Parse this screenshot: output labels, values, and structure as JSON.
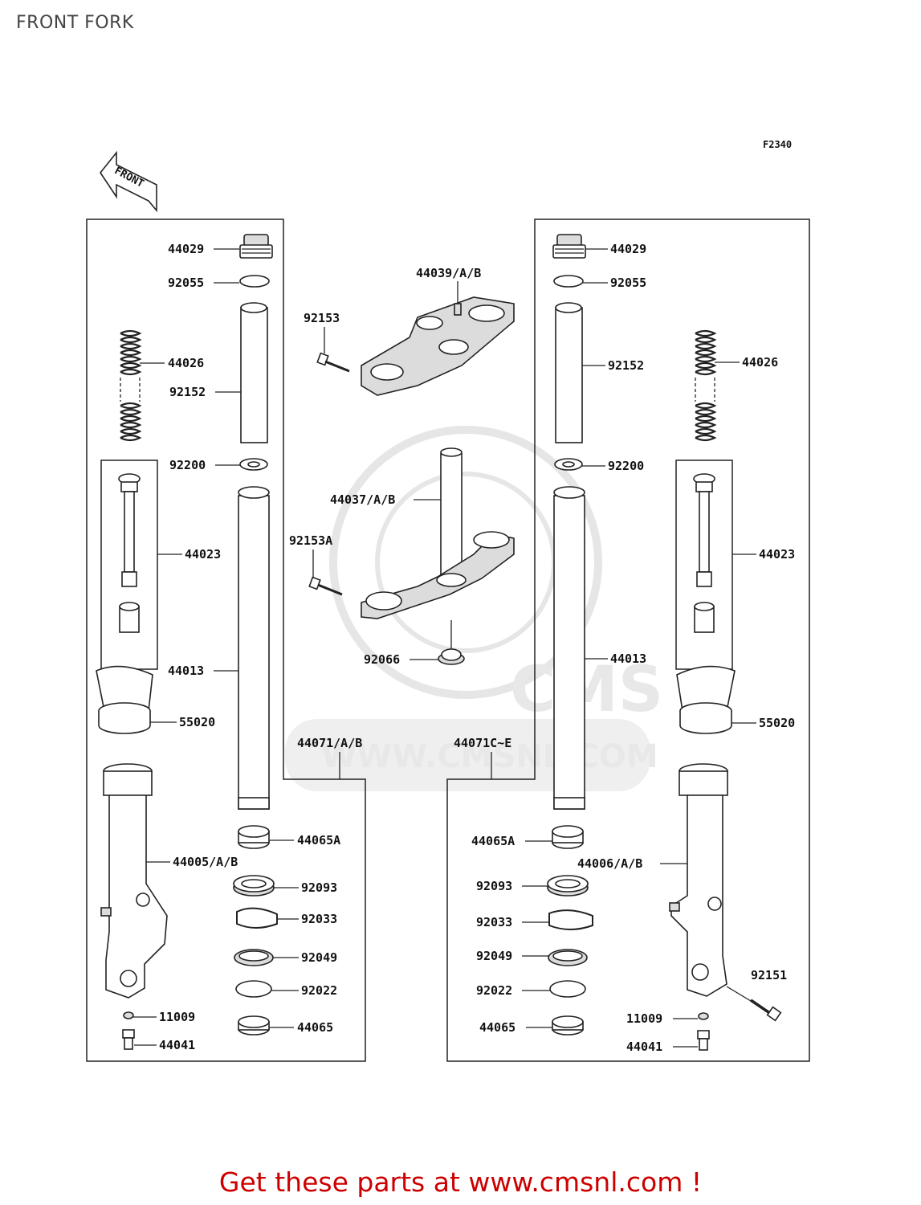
{
  "title": "FRONT FORK",
  "figure_code": "F2340",
  "front_arrow_label": "FRONT",
  "watermark": {
    "logo_text": "CMS",
    "url_text": "WWW.CMSNL.COM"
  },
  "footer": {
    "text": "Get these parts at www.cmsnl.com !"
  },
  "labels": {
    "l44029": "44029",
    "l92055": "92055",
    "l44026": "44026",
    "l92152": "92152",
    "l92200": "92200",
    "l44023": "44023",
    "l44013": "44013",
    "l55020": "55020",
    "l44005": "44005/A/B",
    "l44065A": "44065A",
    "l92093": "92093",
    "l92033": "92033",
    "l92049": "92049",
    "l92022": "92022",
    "l44065": "44065",
    "l11009": "11009",
    "l44041": "44041",
    "r44029": "44029",
    "r92055": "92055",
    "r92152": "92152",
    "r44026": "44026",
    "r92200": "92200",
    "r44023": "44023",
    "r44013": "44013",
    "r55020": "55020",
    "r44006": "44006/A/B",
    "r44065A": "44065A",
    "r92093": "92093",
    "r92033": "92033",
    "r92049": "92049",
    "r92022": "92022",
    "r44065": "44065",
    "r92151": "92151",
    "r11009": "11009",
    "r44041": "44041",
    "c44039": "44039/A/B",
    "c92153": "92153",
    "c44037": "44037/A/B",
    "c92153A": "92153A",
    "c92066": "92066",
    "c44071": "44071/A/B",
    "c44071C": "44071C~E"
  }
}
